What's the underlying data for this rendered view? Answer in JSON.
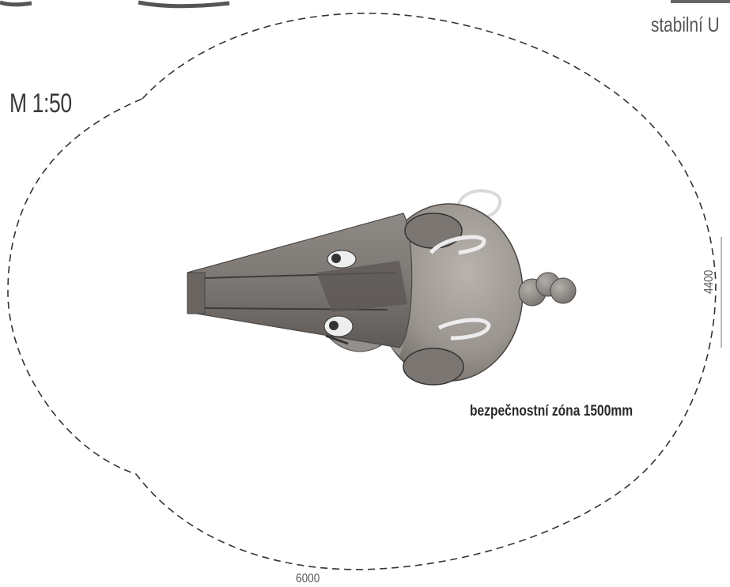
{
  "drawing": {
    "scale": "M 1:50",
    "top_right_text": "stabilní U",
    "safety_zone_label": "bezpečnostní zóna 1500mm",
    "dimension_width": "6000",
    "dimension_height": "4400"
  },
  "colors": {
    "outline": "#333333",
    "body_fill": "#9a9490",
    "shadow_fill": "#6f6a66",
    "light_fill": "#c8c3bf",
    "accent_white": "#eeeeee"
  }
}
